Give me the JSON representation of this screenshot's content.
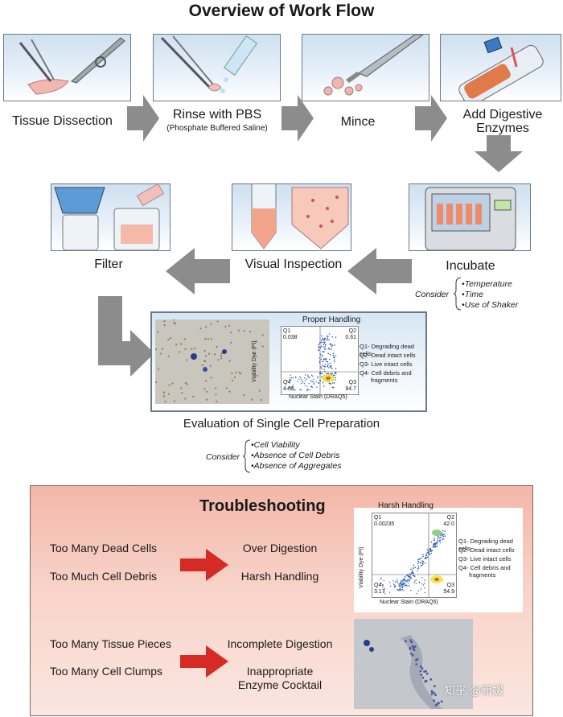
{
  "title": "Overview of Work Flow",
  "steps": {
    "dissection": "Tissue Dissection",
    "rinse": "Rinse with PBS",
    "rinse_sub": "(Phosphate Buffered Saline)",
    "mince": "Mince",
    "enzymes_line1": "Add Digestive",
    "enzymes_line2": "Enzymes",
    "incubate": "Incubate",
    "visual": "Visual Inspection",
    "filter": "Filter"
  },
  "incubate_consider": {
    "word": "Consider",
    "items": [
      "•Temperature",
      "•Time",
      "•Use of Shaker"
    ]
  },
  "evaluation": {
    "title": "Evaluation of Single Cell Preparation",
    "plot_title": "Proper Handling",
    "q1": "Q1",
    "q1_val": "0.038",
    "q2": "Q2",
    "q2_val": "0.61",
    "q3": "Q3",
    "q3_val": "94.7",
    "q4": "Q4",
    "q4_val": "4.68",
    "y_axis": "Viability Dye (PI)",
    "x_axis": "Nuclear Stain (DRAQ5)",
    "legend": [
      "Q1- Degrading dead cells",
      "Q2- Dead intact cells",
      "Q3- Live intact cells",
      "Q4- Cell debris and",
      "fragments"
    ],
    "consider_word": "Consider",
    "consider_items": [
      "•Cell Viability",
      "•Absence of Cell Debris",
      "•Absence of Aggregates"
    ]
  },
  "troubleshooting": {
    "title": "Troubleshooting",
    "problems": [
      "Too Many Dead Cells",
      "Too Much Cell Debris",
      "Too Many Tissue Pieces",
      "Too Many Cell Clumps"
    ],
    "causes": [
      "Over Digestion",
      "Harsh Handling",
      "Incomplete Digestion",
      "Inappropriate",
      "Enzyme Cocktail"
    ],
    "plot_title": "Harsh Handling",
    "q1": "Q1",
    "q1_val": "0.00235",
    "q2": "Q2",
    "q2_val": "42.0",
    "q3": "Q3",
    "q3_val": "54.9",
    "q4": "Q4",
    "q4_val": "3.17",
    "y_axis": "Viability Dye (PI)",
    "x_axis": "Nuclear Stain (DRAQ5)",
    "legend": [
      "Q1- Degrading dead cells",
      "Q2- Dead intact cells",
      "Q3- Live intact cells",
      "Q4- Cell debris and",
      "fragments"
    ]
  },
  "watermark": "知乎 @新媛",
  "colors": {
    "panel_border": "#6a7a8a",
    "arrow_gray": "#8c8c8c",
    "arrow_red": "#d62a24",
    "trouble_bg": "#f6c6b9"
  }
}
